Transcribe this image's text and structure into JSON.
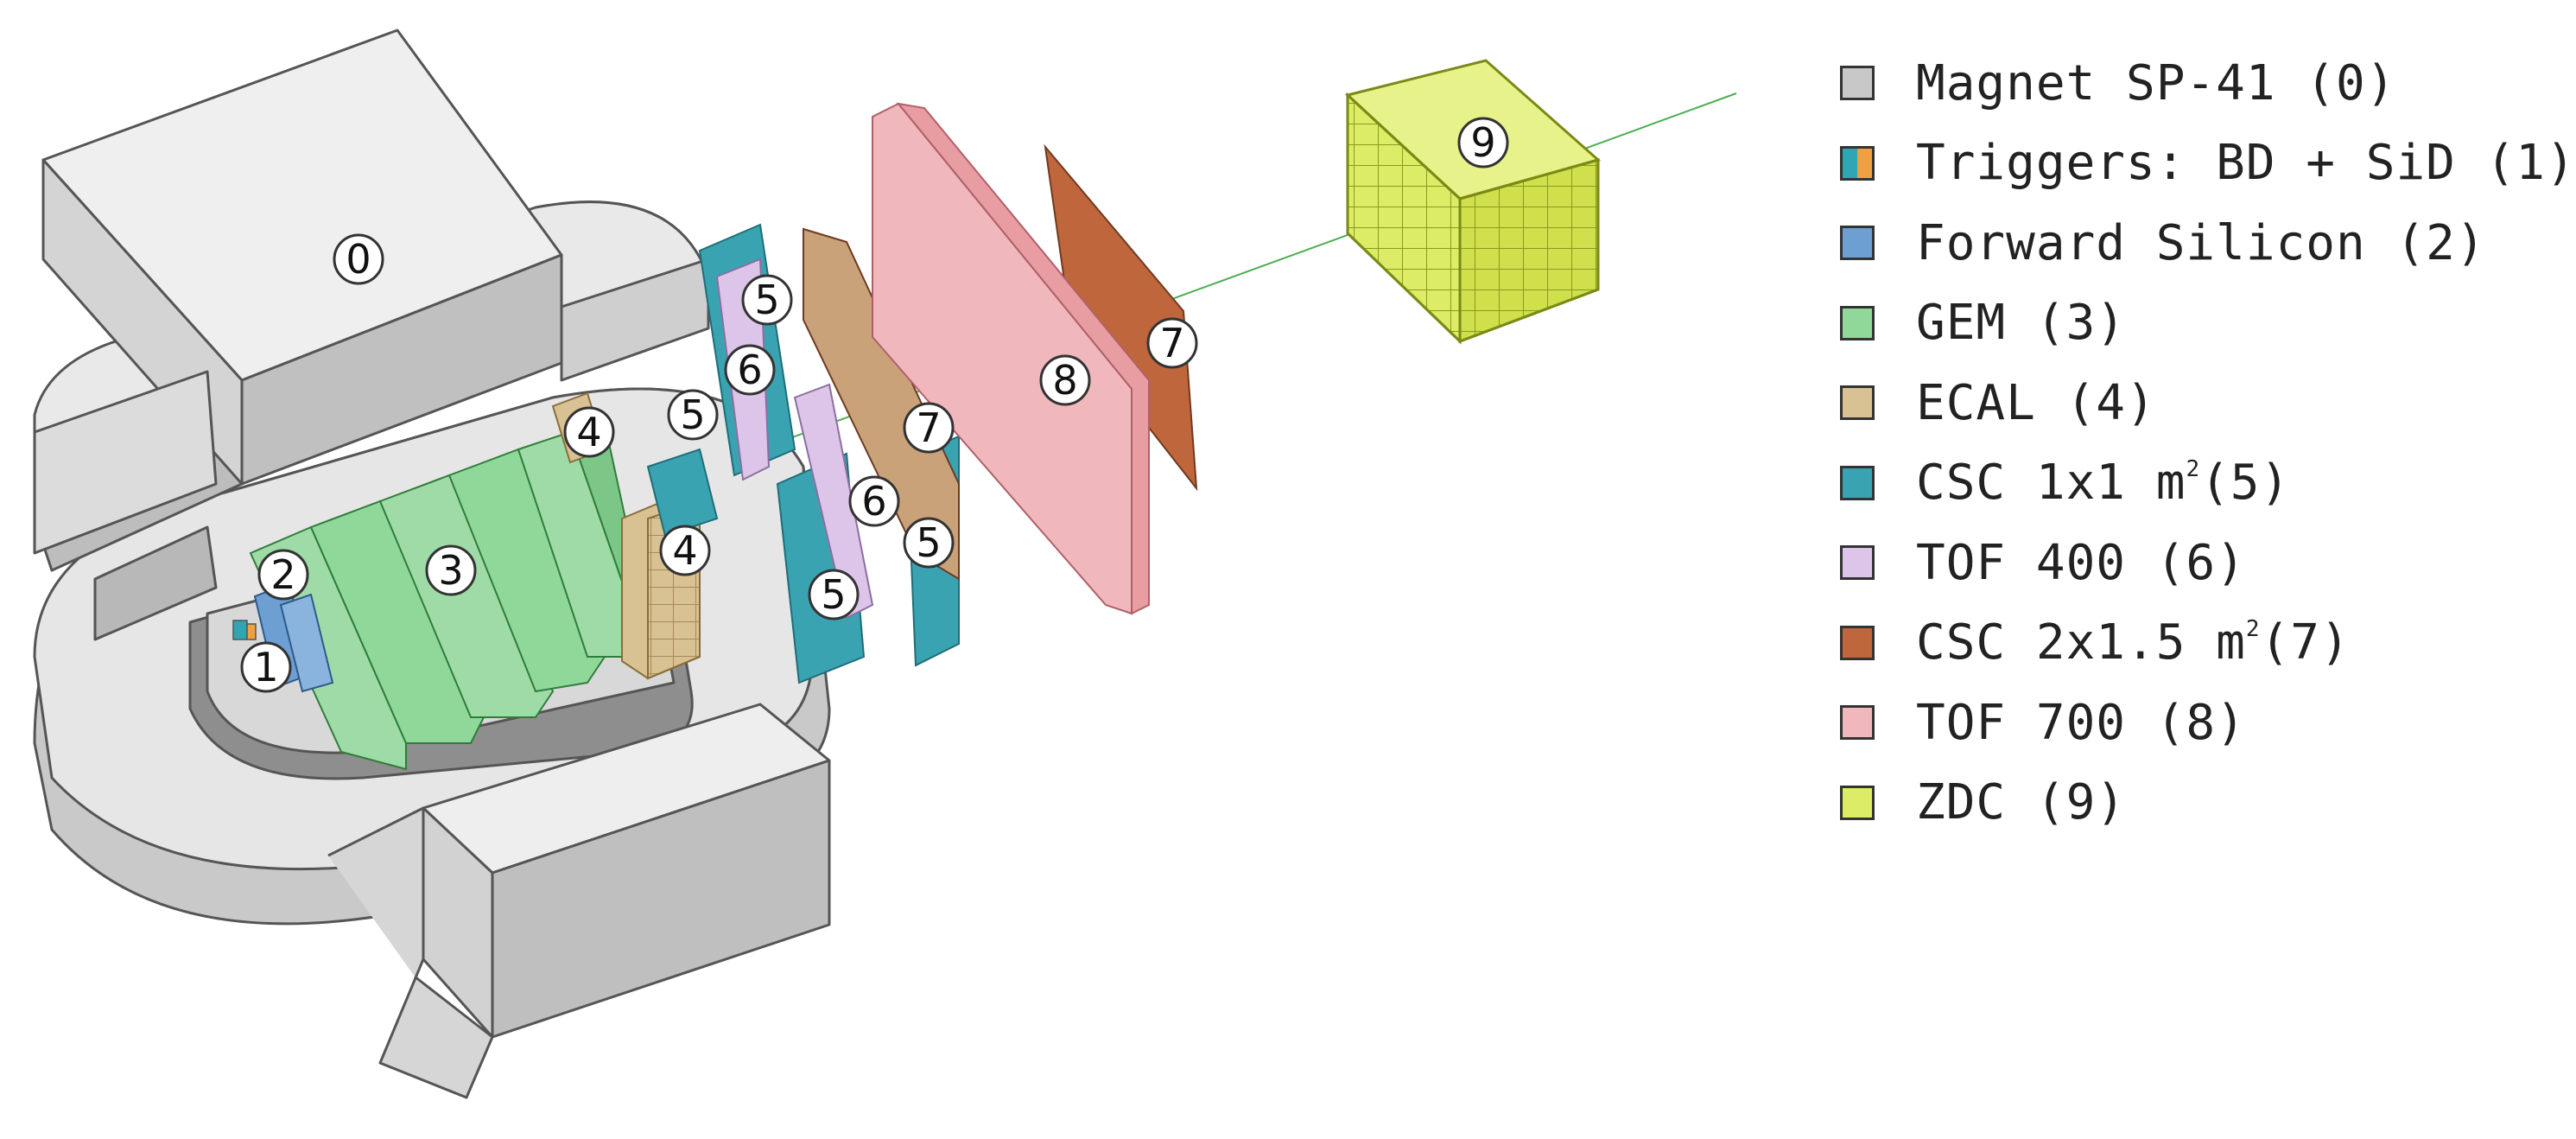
{
  "callouts": {
    "c0": "0",
    "c1": "1",
    "c2": "2",
    "c3": "3",
    "c4a": "4",
    "c4b": "4",
    "c5a": "5",
    "c5b": "5",
    "c5c": "5",
    "c5d": "5",
    "c6a": "6",
    "c6b": "6",
    "c7a": "7",
    "c7b": "7",
    "c8": "8",
    "c9": "9"
  },
  "legend": [
    {
      "text": "Magnet SP-41 (0)",
      "sup": "",
      "after": "",
      "colors": [
        "#c8c8c8"
      ]
    },
    {
      "text": "Triggers: BD + SiD (1)",
      "sup": "",
      "after": "",
      "colors": [
        "#2fa6b4",
        "#f0a040"
      ]
    },
    {
      "text": "Forward Silicon (2)",
      "sup": "",
      "after": "",
      "colors": [
        "#6e9fd2"
      ]
    },
    {
      "text": "GEM (3)",
      "sup": "",
      "after": "",
      "colors": [
        "#8fd89a"
      ]
    },
    {
      "text": "ECAL (4)",
      "sup": "",
      "after": "",
      "colors": [
        "#d8c193"
      ]
    },
    {
      "text": "CSC 1x1 m",
      "sup": "2",
      "after": "(5)",
      "colors": [
        "#3aa3b2"
      ]
    },
    {
      "text": "TOF 400 (6)",
      "sup": "",
      "after": "",
      "colors": [
        "#dcc5e8"
      ]
    },
    {
      "text": "CSC 2x1.5 m",
      "sup": "2",
      "after": "(7)",
      "colors": [
        "#c0663c"
      ]
    },
    {
      "text": "TOF 700 (8)",
      "sup": "",
      "after": "",
      "colors": [
        "#f0b8bc"
      ]
    },
    {
      "text": "ZDC (9)",
      "sup": "",
      "after": "",
      "colors": [
        "#dcec66"
      ]
    }
  ]
}
